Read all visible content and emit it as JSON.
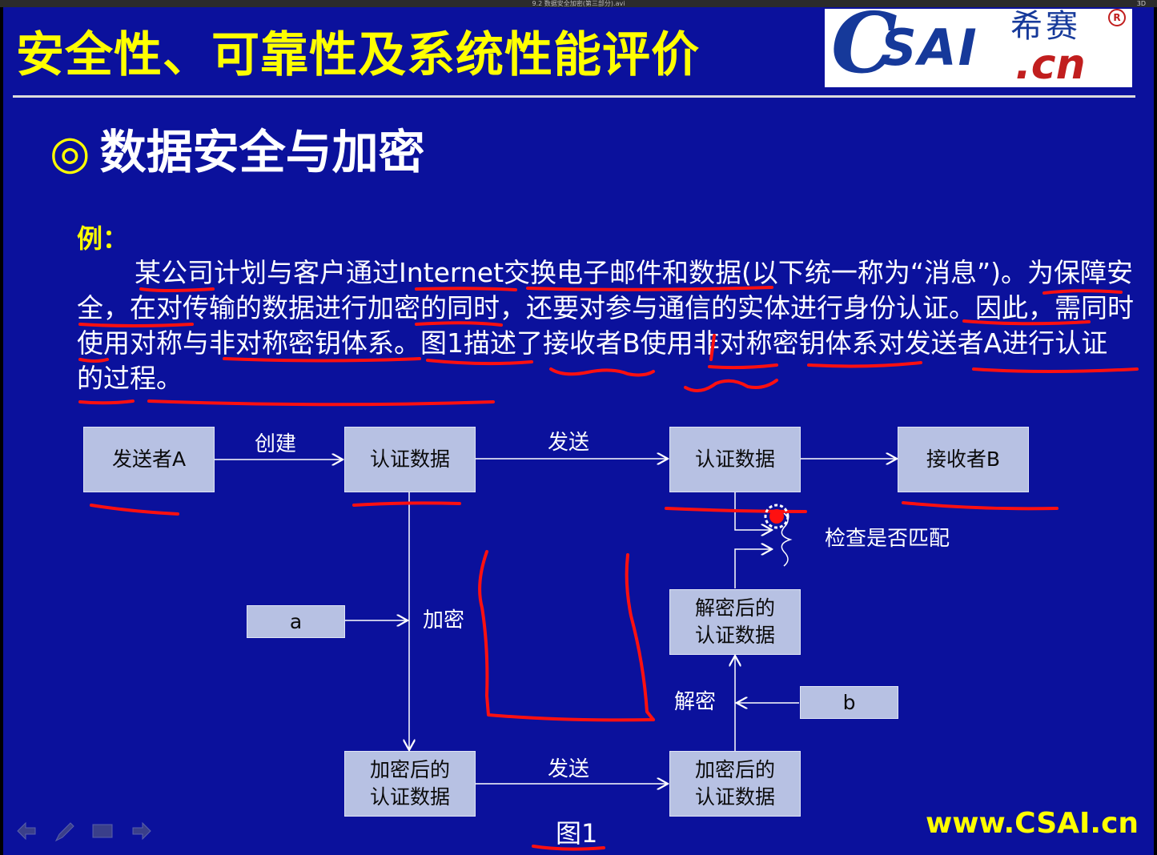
{
  "window": {
    "title": "9.2 数据安全加密(第三部分).avi",
    "controls": "3D"
  },
  "slide": {
    "title": "安全性、可靠性及系统性能评价",
    "logo": {
      "brand": "CSAI",
      "domain": ".cn",
      "cn_name": "希赛",
      "reg_mark": "R"
    },
    "section_bullet": "◎",
    "section_heading": "数据安全与加密",
    "example_label": "例：",
    "paragraph": "某公司计划与客户通过Internet交换电子邮件和数据(以下统一称为“消息”)。为保障安全，在对传输的数据进行加密的同时，还要对参与通信的实体进行身份认证。因此，需同时使用对称与非对称密钥体系。图1描述了接收者B使用非对称密钥体系对发送者A进行认证的过程。",
    "figure_caption": "图1",
    "url": "www.CSAI.cn"
  },
  "diagram": {
    "boxes": {
      "sender": "发送者A",
      "auth_data_1": "认证数据",
      "auth_data_2": "认证数据",
      "receiver": "接收者B",
      "key_a": "a",
      "key_b": "b",
      "decrypted": "解密后的\n认证数据",
      "encrypted_1": "加密后的\n认证数据",
      "encrypted_2": "加密后的\n认证数据"
    },
    "labels": {
      "create": "创建",
      "send_top": "发送",
      "encrypt": "加密",
      "decrypt": "解密",
      "send_bottom": "发送",
      "check_match": "检查是否匹配"
    }
  },
  "colors": {
    "background": "#0b119c",
    "title": "#ffff00",
    "box_fill": "#b7c1e3",
    "annotation_ink": "#ff0000"
  },
  "nav_icons": [
    "prev-arrow-icon",
    "pen-icon",
    "menu-icon",
    "next-arrow-icon"
  ]
}
